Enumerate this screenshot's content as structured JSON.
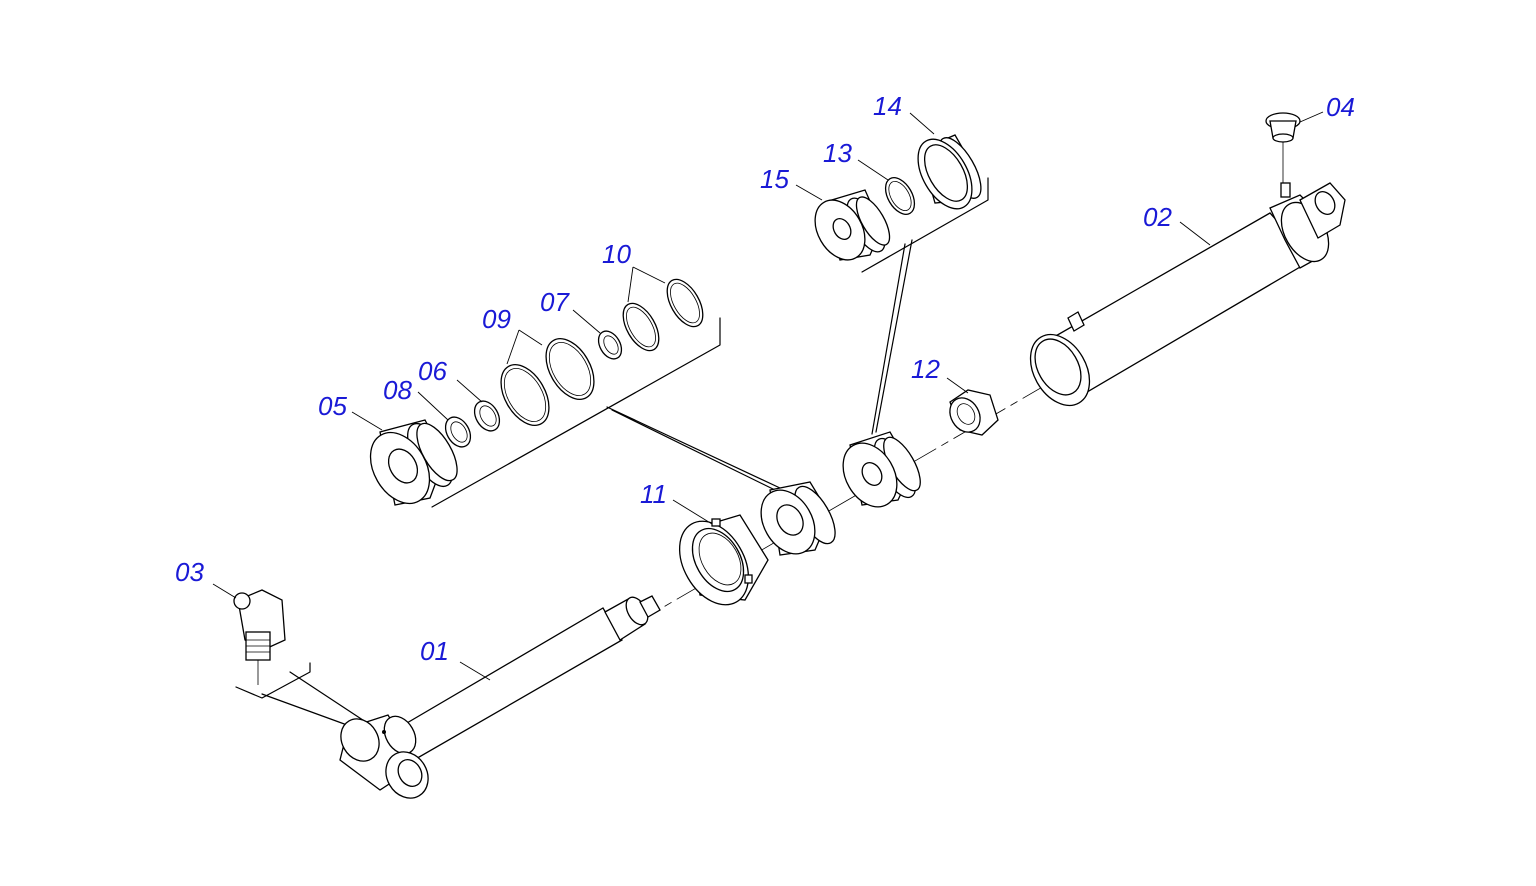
{
  "diagram": {
    "callouts": {
      "c01": "01",
      "c02": "02",
      "c03": "03",
      "c04": "04",
      "c05": "05",
      "c06": "06",
      "c07": "07",
      "c08": "08",
      "c09": "09",
      "c10": "10",
      "c11": "11",
      "c12": "12",
      "c13": "13",
      "c14": "14",
      "c15": "15"
    },
    "colors": {
      "callout": "#1a1ad6",
      "line": "#000000",
      "background": "#ffffff"
    }
  }
}
